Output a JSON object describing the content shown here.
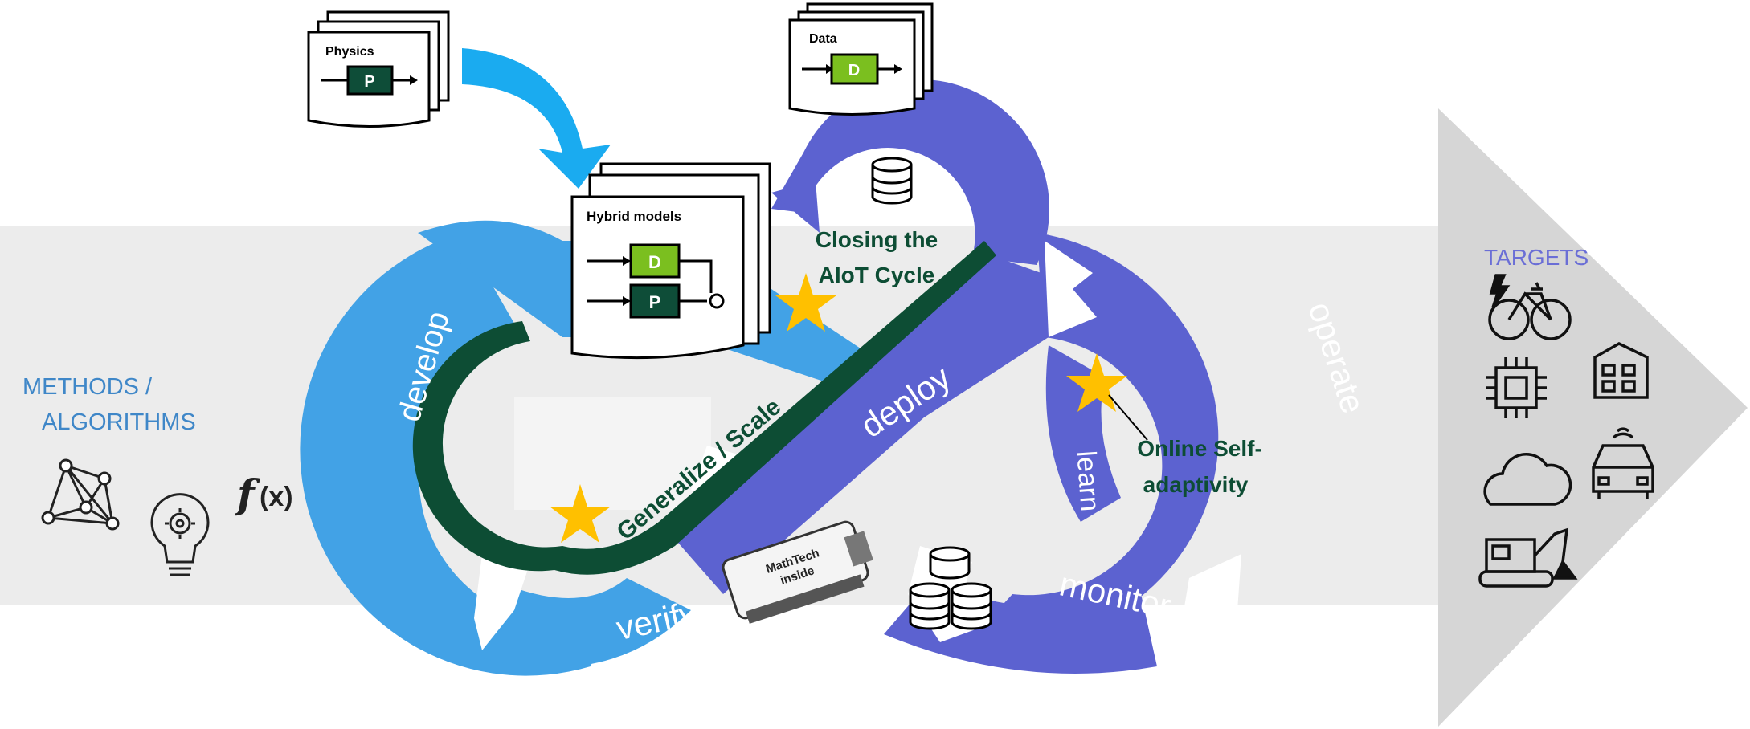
{
  "methods": {
    "label_line1": "METHODS /",
    "label_line2": "ALGORITHMS",
    "function_glyph_f": "f",
    "function_glyph_x": "(x)",
    "icons": [
      "network-graph-icon",
      "lightbulb-gear-icon",
      "function-icon"
    ]
  },
  "targets": {
    "label": "TARGETS",
    "icons": [
      "e-bike-icon",
      "building-icon",
      "chip-icon",
      "cloud-icon",
      "connected-car-icon",
      "excavator-icon"
    ]
  },
  "documents": {
    "physics": {
      "title": "Physics",
      "block": "P"
    },
    "data": {
      "title": "Data",
      "block": "D"
    },
    "hybrid": {
      "title": "Hybrid models",
      "block_d": "D",
      "block_p": "P"
    }
  },
  "cycle": {
    "develop": "develop",
    "verify": "verify",
    "deploy": "deploy",
    "operate": "operate",
    "monitor": "monitor",
    "learn": "learn",
    "generalize": "Generalize / Scale",
    "closing_line1": "Closing the",
    "closing_line2": "AIoT Cycle",
    "online_line1": "Online Self-",
    "online_line2": "adaptivity",
    "chip_line1": "MathTech",
    "chip_line2": "inside"
  },
  "colors": {
    "background_band": "#ececec",
    "target_arrow": "#d4d4d4",
    "develop_blue": "#42a2e6",
    "deploy_purple": "#5c62d0",
    "physics_arrow": "#1aabf0",
    "generalize_green": "#0d4d34",
    "star": "#ffc000",
    "label_blue": "#3f87c8",
    "targets_purple": "#6a6ed6",
    "data_green": "#7bbf1f",
    "physics_dark": "#0e4d38"
  }
}
